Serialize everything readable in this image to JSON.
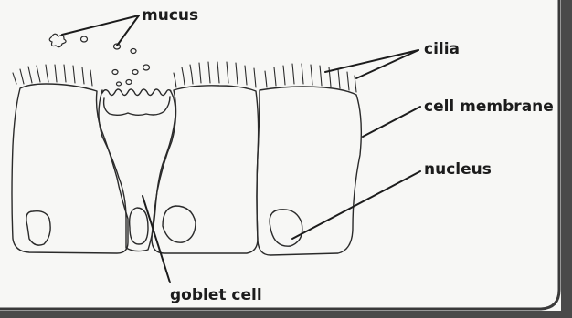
{
  "labels": {
    "mucus": "mucus",
    "cilia": "cilia",
    "cell_membrane": "cell membrane",
    "nucleus": "nucleus",
    "goblet_cell": "goblet cell"
  },
  "colors": {
    "paper": "#f7f7f5",
    "ink": "#2a2a2a",
    "frame": "#3a3a3a"
  }
}
